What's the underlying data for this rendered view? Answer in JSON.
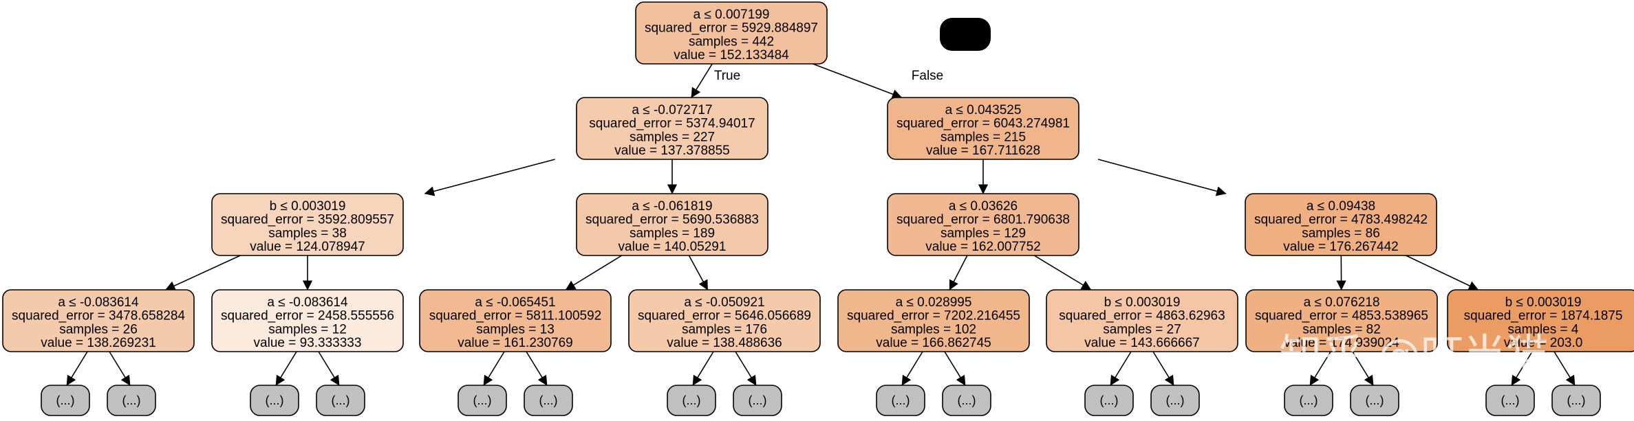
{
  "edge_labels": {
    "true_label": "True",
    "false_label": "False"
  },
  "watermark": "知乎 @叮当猫",
  "nodes": [
    {
      "id": 0,
      "lines": [
        "a ≤ 0.007199",
        "squared_error = 5929.884897",
        "samples = 442",
        "value = 152.133484"
      ],
      "value": 152.133484
    },
    {
      "id": 1,
      "lines": [
        "a ≤ -0.072717",
        "squared_error = 5374.94017",
        "samples = 227",
        "value = 137.378855"
      ],
      "value": 137.378855
    },
    {
      "id": 2,
      "lines": [
        "a ≤ 0.043525",
        "squared_error = 6043.274981",
        "samples = 215",
        "value = 167.711628"
      ],
      "value": 167.711628
    },
    {
      "id": 3,
      "lines": [
        "b ≤ 0.003019",
        "squared_error = 3592.809557",
        "samples = 38",
        "value = 124.078947"
      ],
      "value": 124.078947
    },
    {
      "id": 4,
      "lines": [
        "a ≤ -0.061819",
        "squared_error = 5690.536883",
        "samples = 189",
        "value = 140.05291"
      ],
      "value": 140.05291
    },
    {
      "id": 5,
      "lines": [
        "a ≤ 0.03626",
        "squared_error = 6801.790638",
        "samples = 129",
        "value = 162.007752"
      ],
      "value": 162.007752
    },
    {
      "id": 6,
      "lines": [
        "a ≤ 0.09438",
        "squared_error = 4783.498242",
        "samples = 86",
        "value = 176.267442"
      ],
      "value": 176.267442
    },
    {
      "id": 7,
      "lines": [
        "a ≤ -0.083614",
        "squared_error = 3478.658284",
        "samples = 26",
        "value = 138.269231"
      ],
      "value": 138.269231
    },
    {
      "id": 8,
      "lines": [
        "a ≤ -0.083614",
        "squared_error = 2458.555556",
        "samples = 12",
        "value = 93.333333"
      ],
      "value": 93.333333
    },
    {
      "id": 9,
      "lines": [
        "a ≤ -0.065451",
        "squared_error = 5811.100592",
        "samples = 13",
        "value = 161.230769"
      ],
      "value": 161.230769
    },
    {
      "id": 10,
      "lines": [
        "a ≤ -0.050921",
        "squared_error = 5646.056689",
        "samples = 176",
        "value = 138.488636"
      ],
      "value": 138.488636
    },
    {
      "id": 11,
      "lines": [
        "a ≤ 0.028995",
        "squared_error = 7202.216455",
        "samples = 102",
        "value = 166.862745"
      ],
      "value": 166.862745
    },
    {
      "id": 12,
      "lines": [
        "b ≤ 0.003019",
        "squared_error = 4863.62963",
        "samples = 27",
        "value = 143.666667"
      ],
      "value": 143.666667
    },
    {
      "id": 13,
      "lines": [
        "a ≤ 0.076218",
        "squared_error = 4853.538965",
        "samples = 82",
        "value = 174.939024"
      ],
      "value": 174.939024
    },
    {
      "id": 14,
      "lines": [
        "b ≤ 0.003019",
        "squared_error = 1874.1875",
        "samples = 4",
        "value = 203.0"
      ],
      "value": 203.0
    }
  ],
  "edges": [
    [
      0,
      1
    ],
    [
      0,
      2
    ],
    [
      1,
      3
    ],
    [
      1,
      4
    ],
    [
      2,
      5
    ],
    [
      2,
      6
    ],
    [
      3,
      7
    ],
    [
      3,
      8
    ],
    [
      4,
      9
    ],
    [
      4,
      10
    ],
    [
      5,
      11
    ],
    [
      5,
      12
    ],
    [
      6,
      13
    ],
    [
      6,
      14
    ]
  ],
  "truncated_label": "(...)",
  "colors": {
    "node_min": "#fbeade",
    "node_max": "#eb9c63",
    "leaf": "#c0c0c0",
    "redaction": "#000000"
  }
}
